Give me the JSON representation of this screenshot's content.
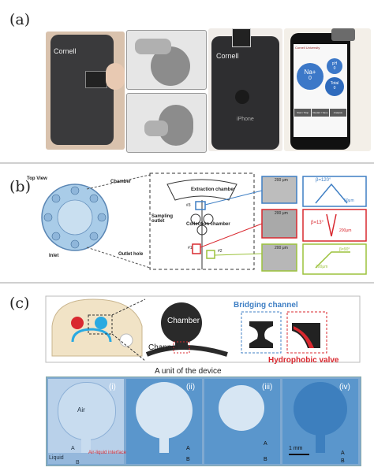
{
  "panel_a": {
    "label": "(a)",
    "phone1_brand": "Cornell",
    "phone2_brand": "Cornell",
    "phone2_model": "iPhone",
    "app": {
      "header": "Cornell University",
      "na_label": "Na+",
      "na_value": "0",
      "ph_label": "pH",
      "ph_value": "0",
      "total_label": "Total",
      "total_value": "0",
      "buttons": [
        "Start / Stop",
        "Restart / Save",
        "Analysis"
      ]
    }
  },
  "panel_b": {
    "label": "(b)",
    "top_view": "Top View",
    "chamber": "Chamber",
    "inlet": "Inlet",
    "outlet_hole": "Outlet hole",
    "extraction_chamber": "Extraction chamber",
    "sampling_outlet": "Sampling outlet",
    "collection_chamber": "Collection chamber",
    "valve1": "#3",
    "valve2": "#2",
    "valve3": "#1",
    "scale1": "200 μm",
    "scale2": "200 μm",
    "scale3": "200 μm",
    "angle1": "β=120°",
    "scale4": "50μm",
    "angle2": "β=13°",
    "scale5": "200μm",
    "angle3": "β=90°",
    "scale6": "200μm",
    "colors": {
      "blue": "#3f7fc4",
      "red": "#d9282f",
      "green": "#9cc23c"
    }
  },
  "panel_c": {
    "label": "(c)",
    "chamber": "Chamber",
    "channel": "Channel",
    "unit_caption": "A unit of the device",
    "bridging": "Bridging channel",
    "hydrophobic": "Hydrophobic valve",
    "frames": [
      {
        "label": "(i)",
        "air": "Air",
        "liquid": "Liquid",
        "a": "A",
        "b": "B",
        "interface": "Air-liquid interface"
      },
      {
        "label": "(ii)",
        "a": "A",
        "b": "B"
      },
      {
        "label": "(iii)",
        "a": "A",
        "b": "B"
      },
      {
        "label": "(iv)",
        "a": "A",
        "b": "B"
      }
    ],
    "scale": "1 mm"
  }
}
